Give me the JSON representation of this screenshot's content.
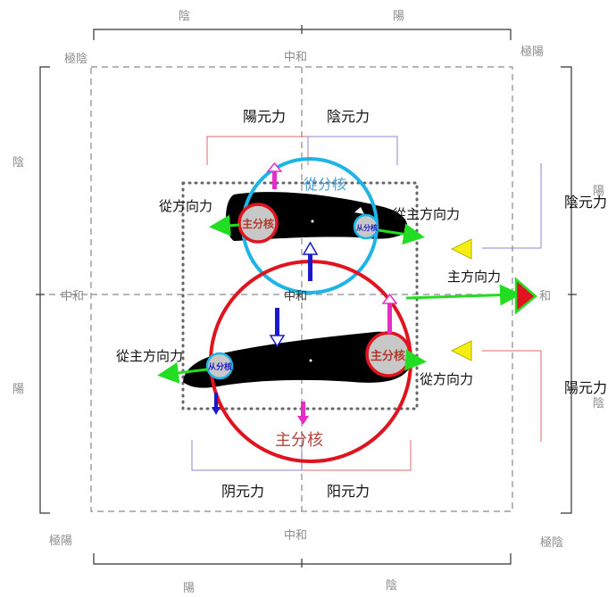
{
  "frame": {
    "top_left": "陰",
    "top_right": "陽",
    "bottom_left": "陽",
    "bottom_right": "陰",
    "left_top": "陰",
    "left_bottom": "陽",
    "right_top_corner": "極陽",
    "right_mid": "陽",
    "right_mid2": "陰",
    "corner_tl": "極陰",
    "corner_tr": "極陽",
    "corner_bl": "極陽",
    "corner_br": "極陰",
    "center_top": "中和",
    "center_bottom": "中和",
    "center_left": "中和",
    "center_right": "和",
    "center_mid": "中和"
  },
  "labels": {
    "yang_force_top": "陽元力",
    "yin_force_top": "陰元力",
    "yin_force_right": "陰元力",
    "yang_force_right": "陽元力",
    "yin_force_bottom": "阴元力",
    "yang_force_bottom": "阳元力",
    "secondary_core_title": "從分核",
    "primary_core_title": "主分核",
    "primary_core_badge_top": "主分核",
    "secondary_core_badge_top": "从分核",
    "primary_core_badge_bottom": "主分核",
    "secondary_core_badge_bottom": "从分核",
    "follow_dir_force_left": "從方向力",
    "follow_main_dir_force_top": "從主方向力",
    "main_dir_force": "主方向力",
    "follow_main_dir_force_left": "從主方向力",
    "follow_dir_force_right": "從方向力"
  },
  "colors": {
    "primary_red": "#e0141e",
    "secondary_cyan": "#1fb4e6",
    "magenta": "#e62dc8",
    "green": "#22dd22",
    "blue_arrow": "#1a1acc",
    "yellow": "#f5ee12",
    "red_bracket": "#e06a6a",
    "blue_bracket": "#8a8ad0"
  }
}
